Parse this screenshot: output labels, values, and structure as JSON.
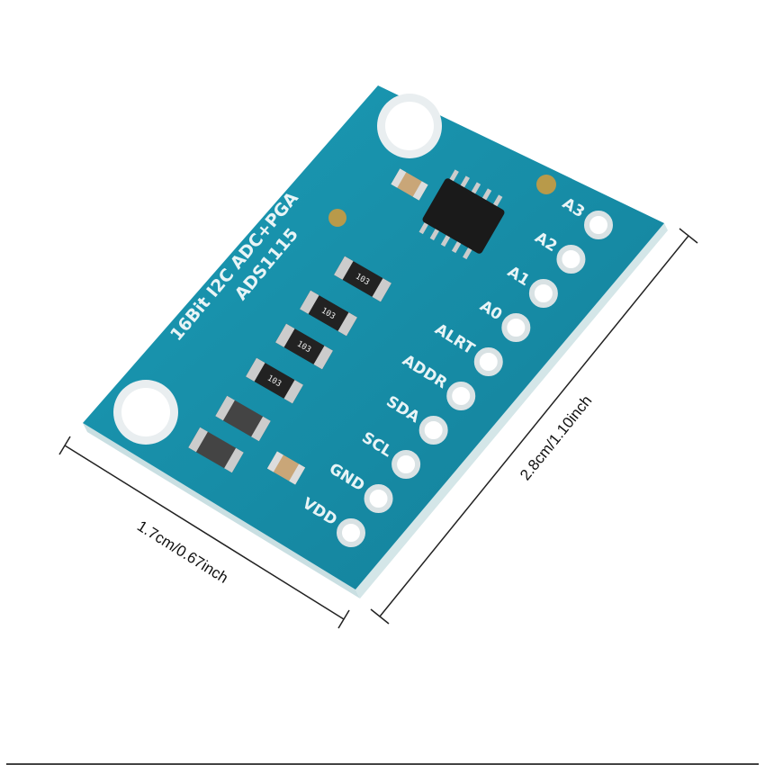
{
  "board": {
    "title_line1": "16Bit I2C ADC+PGA",
    "title_line2": "ADS1115",
    "pins": [
      "A3",
      "A2",
      "A1",
      "A0",
      "ALRT",
      "ADDR",
      "SDA",
      "SCL",
      "GND",
      "VDD"
    ],
    "resistor_code": "103",
    "pcb_color": "#1a8fa8"
  },
  "dimensions": {
    "width_label": "1.7cm/0.67inch",
    "length_label": "2.8cm/1.10inch"
  }
}
